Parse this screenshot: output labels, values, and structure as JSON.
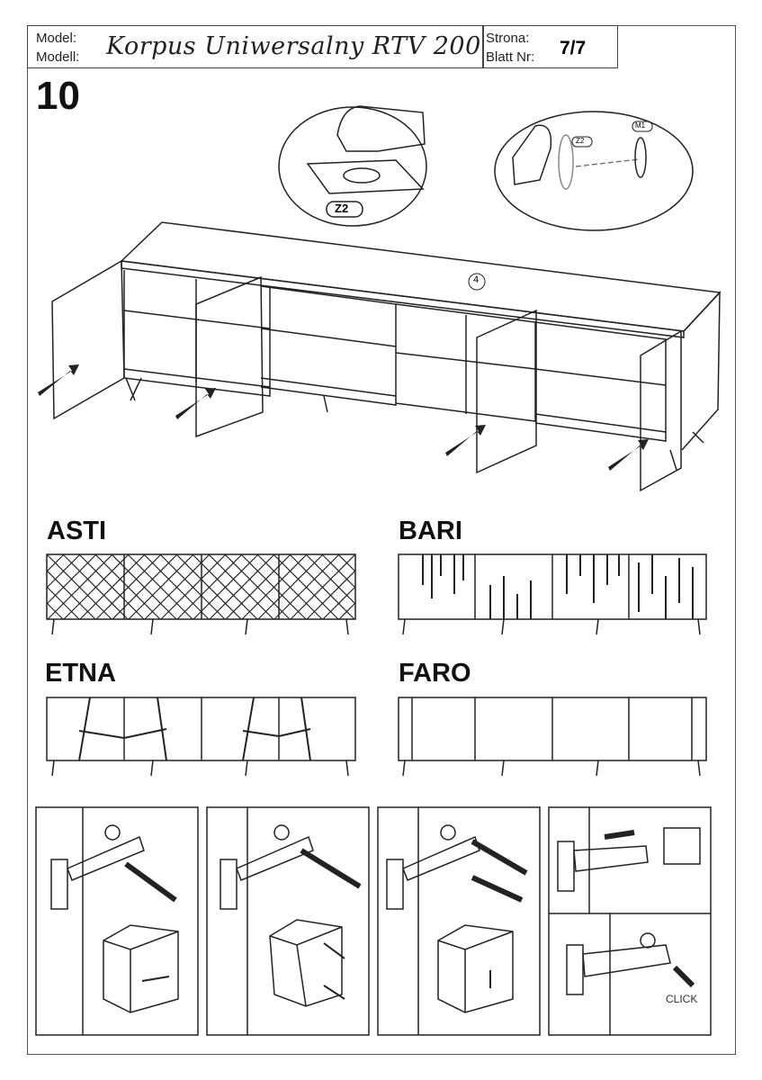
{
  "header": {
    "model_label": "Model:",
    "modell_label": "Modell:",
    "model_name": "Korpus Uniwersalny RTV 200",
    "strona_label": "Strona:",
    "blatt_label": "Blatt Nr:",
    "page": "7/7"
  },
  "step": "10",
  "callouts": {
    "z2": "Z2",
    "z2_small": "Z2",
    "m1": "M1",
    "part4": "4"
  },
  "styles": [
    "ASTI",
    "BARI",
    "ETNA",
    "FARO"
  ],
  "click_label": "CLICK"
}
